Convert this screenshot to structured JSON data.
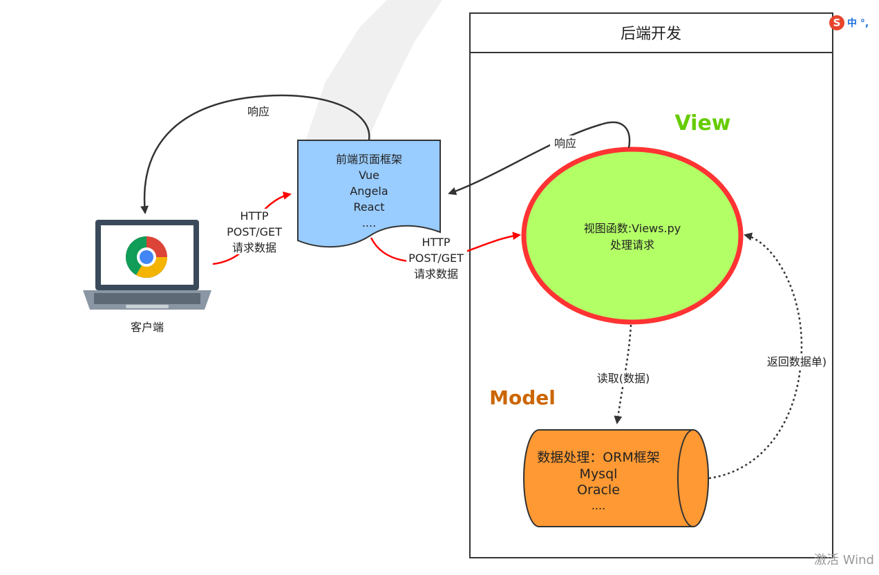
{
  "backend": {
    "title": "后端开发"
  },
  "client": {
    "label": "客户端"
  },
  "frontend": {
    "lines": [
      "前端页面框架",
      "Vue",
      "Angela",
      "React",
      "...."
    ]
  },
  "view": {
    "heading": "View",
    "heading_color": "#66cc00",
    "fill": "#b3ff66",
    "stroke": "#ff3333",
    "lines": [
      "视图函数:Views.py",
      "处理请求"
    ]
  },
  "model": {
    "heading": "Model",
    "heading_color": "#cc6600",
    "fill": "#ff9933",
    "lines": [
      "数据处理：ORM框架",
      "Mysql",
      "Oracle",
      "...."
    ]
  },
  "edges": {
    "frontend_to_client": "响应",
    "client_to_frontend": [
      "HTTP",
      "POST/GET",
      "请求数据"
    ],
    "frontend_to_view": [
      "HTTP",
      "POST/GET",
      "请求数据"
    ],
    "view_to_frontend": "响应",
    "view_to_model": "读取(数据)",
    "model_to_view": "返回数据单)"
  },
  "ime": {
    "logo": "S",
    "text": "中 °,"
  },
  "watermark": "激活 Wind"
}
